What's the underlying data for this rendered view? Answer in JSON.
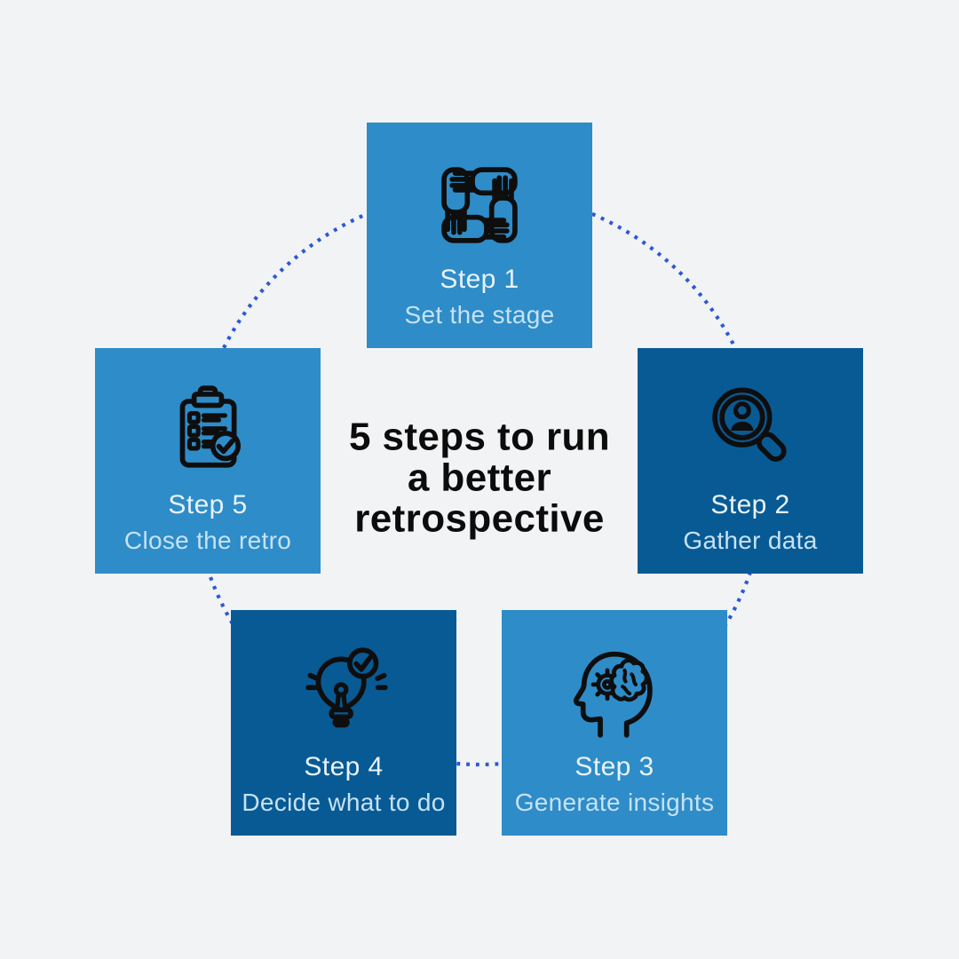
{
  "title": {
    "lines": [
      "5 steps to run",
      "a better",
      "retrospective"
    ],
    "text": "5 steps to run a better retrospective"
  },
  "steps": [
    {
      "label": "Step 1",
      "description": "Set the stage",
      "icon": "teamwork-hands-icon",
      "tone": "light"
    },
    {
      "label": "Step 2",
      "description": "Gather data",
      "icon": "magnifier-person-icon",
      "tone": "dark"
    },
    {
      "label": "Step 3",
      "description": "Generate insights",
      "icon": "head-gear-brain-icon",
      "tone": "light"
    },
    {
      "label": "Step 4",
      "description": "Decide what to do",
      "icon": "lightbulb-check-icon",
      "tone": "dark"
    },
    {
      "label": "Step 5",
      "description": "Close the retro",
      "icon": "clipboard-check-icon",
      "tone": "light"
    }
  ],
  "colors": {
    "background": "#f2f3f5",
    "light_square": "#2e8cc8",
    "dark_square": "#085a94",
    "dotted_circle": "#2c58d8",
    "title_text": "#0c0c0c",
    "step_label": "#e7f3fc",
    "step_description": "#c6e2f4",
    "icon_stroke": "#0e0e0e"
  }
}
